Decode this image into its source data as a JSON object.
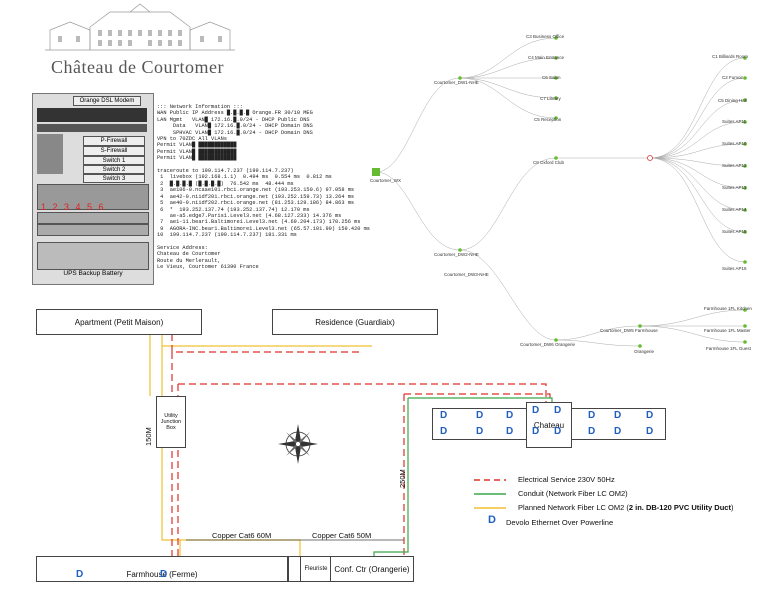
{
  "logo": {
    "title": "Château de Courtomer"
  },
  "rack": {
    "modem_label": "Orange DSL Modem",
    "p_firewall": "P-Firewall",
    "s_firewall": "S-Firewall",
    "switch1": "Switch 1",
    "switch2": "Switch 2",
    "switch3": "Switch 3",
    "ports": "1 2 3 4 5 6",
    "ups_label": "UPS Backup Battery"
  },
  "netinfo": {
    "lines": [
      "::: Network Information :::",
      "WAN Public IP Address █.█.█.█ Orange.FR 30/10 MEG",
      "LAN Mgmt   VLAN█ 172.16.█.0/24 - DHCP Public DNS",
      "     Data   VLAN█ 172.16.█.0/24 - DHCP Domain DNS",
      "     SPHVAC VLAN█ 172.16.█.0/24 - DHCP Domain DNS",
      "VPN to 70ZDC All VLANs",
      "Permit VLAN█ ████████████",
      "Permit VLAN█ ████████████",
      "Permit VLAN█ ████████████",
      "",
      "traceroute to 199.114.7.237 (199.114.7.237)",
      " 1  livebox (192.168.1.1)  0.494 ms  0.554 ms  0.812 ms",
      " 2  █.█.█.█ (█.█.█.█)  76.542 ms  48.444 ms",
      " 3  ae106-0.ncaae101.rbci.orange.net (193.253.150.6) 97.058 ms",
      " 4  ae42-0.niidf201.rbci.orange.net (193.252.159.73) 13.264 ms",
      " 5  ae40-0.niidf202.rbci.orange.net (81.253.129.186) 84.863 ms",
      " 6  *  193.252.137.74 (193.252.137.74) 12.170 ms",
      "    ae-a5.edge7.Paris1.Level3.net (4.68.127.233) 14.376 ms",
      " 7  ae1-11.bear1.Baltimore1.Level3.net (4.69.204.173) 170.256 ms",
      " 9  AGORA-INC.bear1.Baltimore1.Level3.net (65.57.101.90) 159.420 ms",
      "10  199.114.7.237 (199.114.7.237) 181.331 ms",
      "",
      "Service Address:",
      "Chateau de Courtomer",
      "Route du Merlerault,",
      "Le Vieux, Courtomer 61390 France"
    ]
  },
  "tree": {
    "root": "Courtomer_WX",
    "dw1": "Courtomer_DW1-NHE",
    "dw2": "Courtomer_DW2-NHE",
    "dw3": "Courtomer_DW3-NHE",
    "dw5": "Courtomer_DW5 Farmhouse",
    "dw6": "Courtomer_DW6 Orangerie",
    "c3": "C3 Business Office",
    "c4": "C4 Main Entrance",
    "c6s": "C6 Salon",
    "c7": "C7 Library",
    "c5r": "C5 Reception",
    "c8": "C8 Oxford Club",
    "c1": "C1 Billiards Room",
    "c2": "C2 Fumoir",
    "c5d": "C5 Dining Hall",
    "s11": "Suites AP11",
    "s10": "Suites AP10",
    "s12": "Suites AP12",
    "s13": "Suites AP13",
    "s14": "Suites AP14",
    "s15": "Suites AP15",
    "s16": "Suites AP16",
    "fk": "Farmhouse 1FL Kitchen",
    "fm": "Farmhouse 1FL Master",
    "fg": "Farmhouse 1FL Guest",
    "or": "Orangerie"
  },
  "plan": {
    "apartment": "Apartment (Petit Maison)",
    "residence": "Residence (Guardiaix)",
    "utility": "Utility Junction Box",
    "chateau": "Chateau",
    "farmhouse": "Farmhouse (Ferme)",
    "fleuriste": "Fleuriste",
    "conf": "Conf. Ctr (Orangerie)",
    "dist150": "150M",
    "dist250": "250M",
    "copper60": "Copper Cat6 60M",
    "copper50": "Copper Cat6 50M",
    "d": "D"
  },
  "legend": {
    "electrical": "Electrical Service 230V 50Hz",
    "conduit": "Conduit (Network Fiber LC OM2)",
    "planned_plain": "Planned Network Fiber LC OM2 (",
    "planned_bold": "2 in. DB-120 PVC Utility Duct",
    "planned_end": ")",
    "devolo": "Devolo Ethernet Over Powerline",
    "d": "D"
  },
  "colors": {
    "electrical": "#e0302a",
    "conduit": "#3aa84a",
    "planned": "#f0c030",
    "devolo": "#1f5fbf",
    "node": "#66bb33"
  }
}
